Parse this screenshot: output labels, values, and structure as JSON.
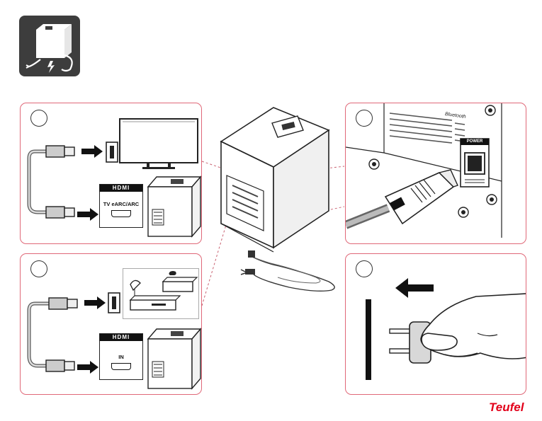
{
  "header": {
    "power_icon": "power-connection-icon"
  },
  "panel_hdmi_arc": {
    "hdmi_logo": "HDMI",
    "port_label": "TV eARC/ARC"
  },
  "panel_hdmi_in": {
    "hdmi_logo": "HDMI",
    "port_label": "IN"
  },
  "panel_power": {
    "rear_logo": "Bluetooth",
    "power_label": "POWER"
  },
  "brand": {
    "logo_text": "Teufel"
  },
  "colors": {
    "panel_border": "#e06878",
    "brand": "#e2001a",
    "icon_bg": "#3d3d3d",
    "callout_line": "#c86070"
  }
}
